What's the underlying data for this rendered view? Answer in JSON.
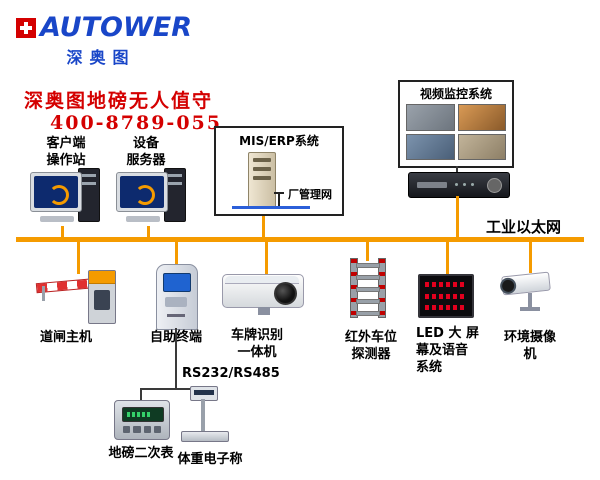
{
  "logo": {
    "brand": "AUTOWER",
    "brand_cn": "深奥图"
  },
  "header": {
    "title": "深奥图地磅无人值守",
    "phone": "400-8789-055"
  },
  "network": {
    "ethernet_label": "工业以太网",
    "serial_label": "RS232/RS485",
    "factory_net_label": "厂管理网"
  },
  "nodes": {
    "client_station": {
      "label": "客户端\n操作站"
    },
    "device_server": {
      "label": "设备\n服务器"
    },
    "mis_erp": {
      "label": "MIS/ERP系统"
    },
    "video_system": {
      "label": "视频监控系统"
    },
    "barrier": {
      "label": "道闸主机"
    },
    "kiosk": {
      "label": "自助终端"
    },
    "lpr_camera": {
      "label": "车牌识别\n一体机"
    },
    "infrared_detector": {
      "label": "红外车位\n探测器"
    },
    "led_screen": {
      "label": "LED 大 屏\n幕及语音\n系统"
    },
    "env_camera": {
      "label": "环境摄像\n机"
    },
    "weighbridge_indicator": {
      "label": "地磅二次表"
    },
    "electronic_scale": {
      "label": "体重电子称"
    }
  },
  "colors": {
    "brand_blue": "#1946c8",
    "accent_red": "#d40000",
    "bus_orange": "#f59b00"
  }
}
